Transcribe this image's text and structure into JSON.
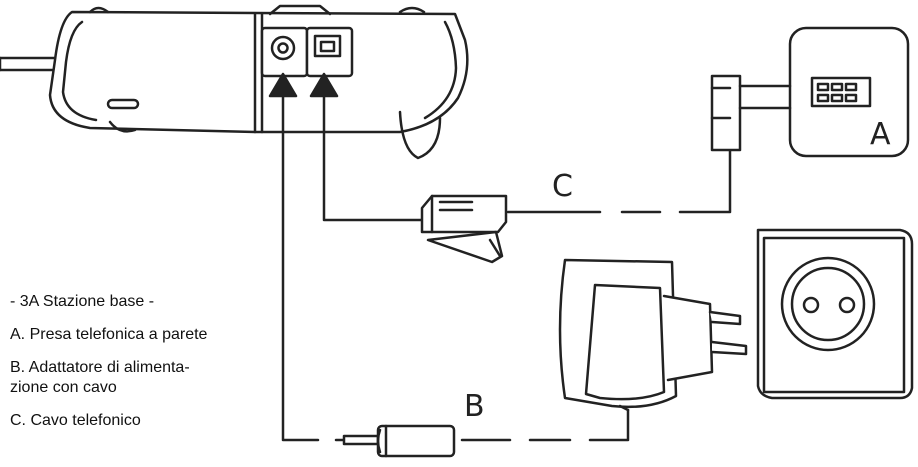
{
  "callouts": {
    "a": "A",
    "b": "B",
    "c": "C"
  },
  "legend": {
    "title": "- 3A Stazione base -",
    "item_a": "A. Presa telefonica a parete",
    "item_b_line1": "B. Adattatore di alimenta-",
    "item_b_line2": "zione con cavo",
    "item_c": "C. Cavo telefonico"
  },
  "colors": {
    "line": "#222222",
    "device_fill": "#ffffff"
  }
}
